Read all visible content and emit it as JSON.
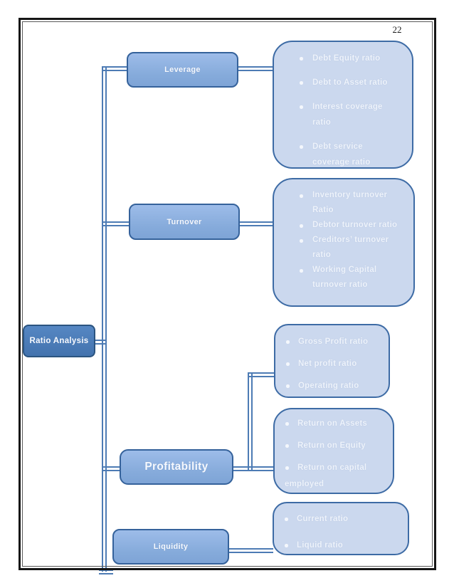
{
  "page_number": "22",
  "root": {
    "label": "Ratio Analysis"
  },
  "nodes": {
    "leverage": {
      "label": "Leverage",
      "items": [
        "Debt Equity ratio",
        "Debt to Asset ratio",
        "Interest coverage\nratio",
        "Debt service\ncoverage ratio"
      ]
    },
    "turnover": {
      "label": "Turnover",
      "items": [
        "Inventory turnover\nRatio",
        "Debtor turnover ratio",
        "Creditors’ turnover\nratio",
        "Working Capital\nturnover ratio"
      ]
    },
    "profitability": {
      "label": "Profitability",
      "margin_items": [
        "Gross Profit ratio",
        "Net profit ratio",
        "Operating ratio"
      ],
      "return_items": [
        "Return on Assets",
        "Return on Equity",
        "Return on capital"
      ],
      "return_overflow": "employed"
    },
    "liquidity": {
      "label": "Liquidity",
      "items": [
        "Current ratio",
        "Liquid ratio"
      ]
    }
  },
  "colors": {
    "connector": "#4d7bb4",
    "detail_fill": "#cbd8ee",
    "detail_border": "#3d6ba5",
    "node_fill": "#8fb3e0",
    "node_border": "#35629b",
    "root_fill": "#4a7cba",
    "root_border": "#2b5480",
    "page_border": "#161616",
    "text": "#ffffff"
  }
}
